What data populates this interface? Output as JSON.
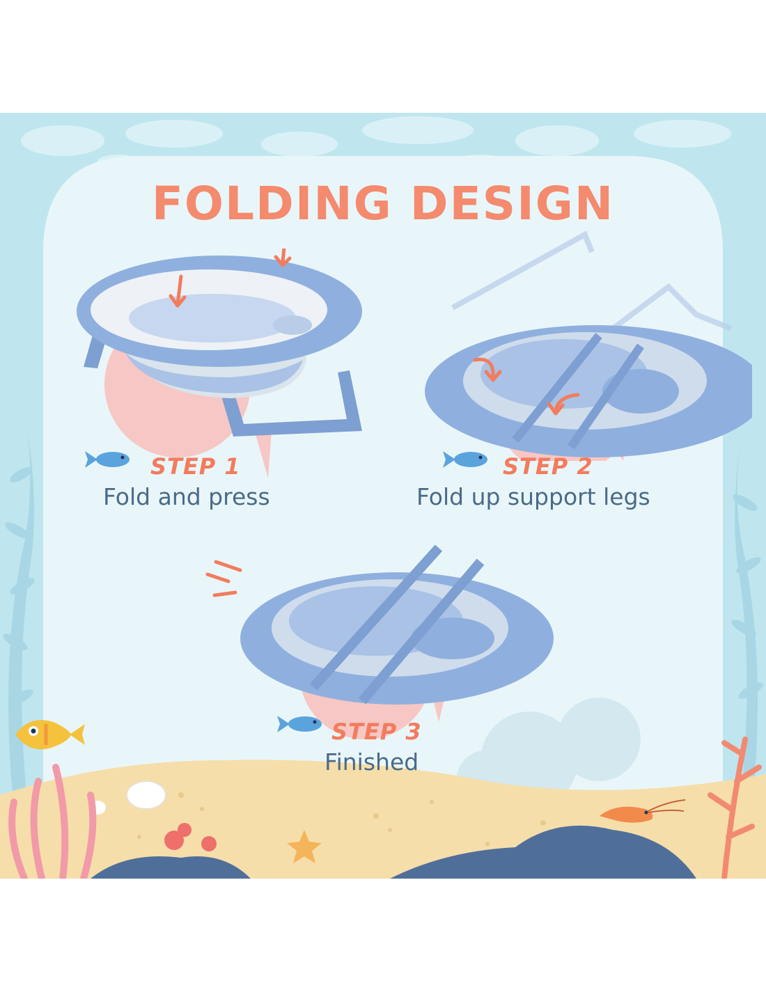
{
  "title": "FOLDING DESIGN",
  "steps": [
    {
      "label": "STEP 1",
      "description": "Fold and press"
    },
    {
      "label": "STEP 2",
      "description": "Fold up support legs"
    },
    {
      "label": "STEP 3",
      "description": "Finished"
    }
  ],
  "colors": {
    "title": "#f48a6e",
    "step_label": "#f27c5e",
    "description": "#4a6a88",
    "tub_blue": "#8fb0de",
    "background_water": "#bfe6ef",
    "panel": "#e9f6f9",
    "sand": "#f5deaa"
  },
  "icons": [
    "blue-fish-icon",
    "yellow-fish-icon",
    "shrimp-icon",
    "starfish-icon",
    "shell-icon",
    "coral-icon",
    "seaweed-icon",
    "arrow-icon"
  ]
}
